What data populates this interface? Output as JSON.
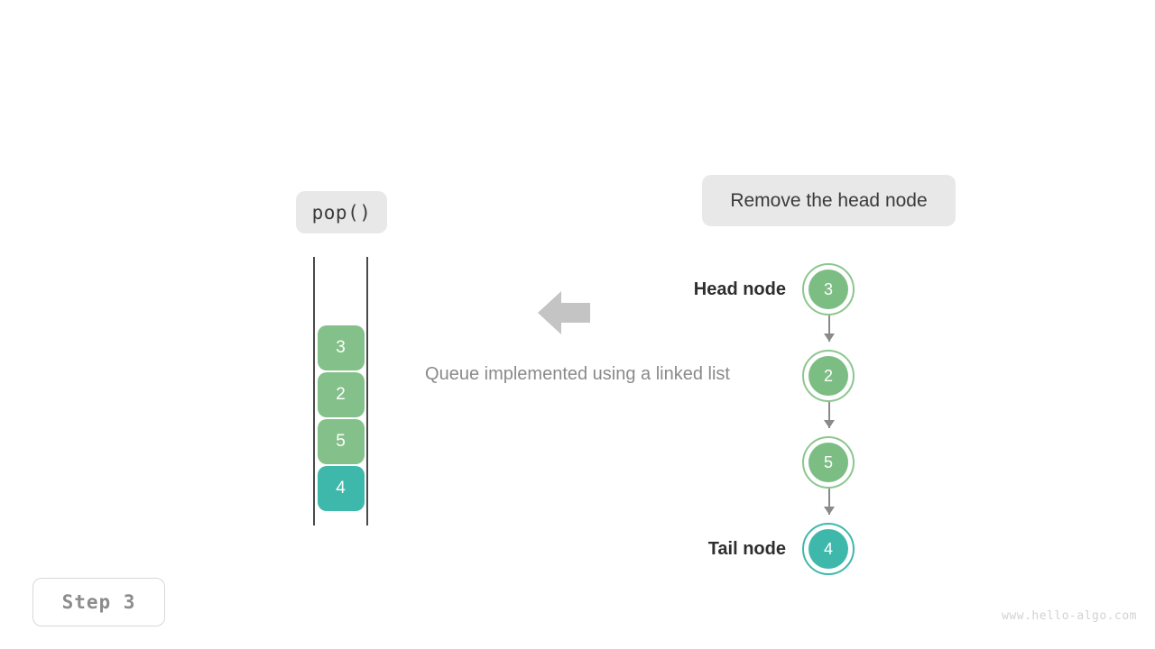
{
  "figure": {
    "caption": "Queue implemented using a linked list",
    "step_badge": "Step 3",
    "watermark": "www.hello-algo.com",
    "operation_label": "pop()",
    "annotation": "Remove the head node",
    "transfer_arrow_icon": "arrow-left-icon",
    "colors": {
      "node_green_fill": "#7cbd83",
      "node_green_ring": "#8cc68f",
      "node_teal_fill": "#3fb8ac",
      "node_teal_ring": "#3fb8ac",
      "cell_green": "#84c08a",
      "cell_teal": "#3fb8ac",
      "pill_background": "#e8e8e8",
      "arrow_gray": "#c4c4c4",
      "connector_gray": "#8a8a8a",
      "caption_gray": "#8a8a8a",
      "step_text_gray": "#8c8c8c",
      "watermark_gray": "#d2d2d2",
      "rail_gray": "#4a4a4a"
    }
  },
  "queue": {
    "cells": [
      {
        "value": "3",
        "color": "green"
      },
      {
        "value": "2",
        "color": "green"
      },
      {
        "value": "5",
        "color": "green"
      },
      {
        "value": "4",
        "color": "teal"
      }
    ]
  },
  "linked_list": {
    "head_label": "Head node",
    "tail_label": "Tail node",
    "nodes": [
      {
        "value": "3",
        "color": "green",
        "role": "head"
      },
      {
        "value": "2",
        "color": "green",
        "role": "middle"
      },
      {
        "value": "5",
        "color": "green",
        "role": "middle"
      },
      {
        "value": "4",
        "color": "teal",
        "role": "tail"
      }
    ]
  }
}
